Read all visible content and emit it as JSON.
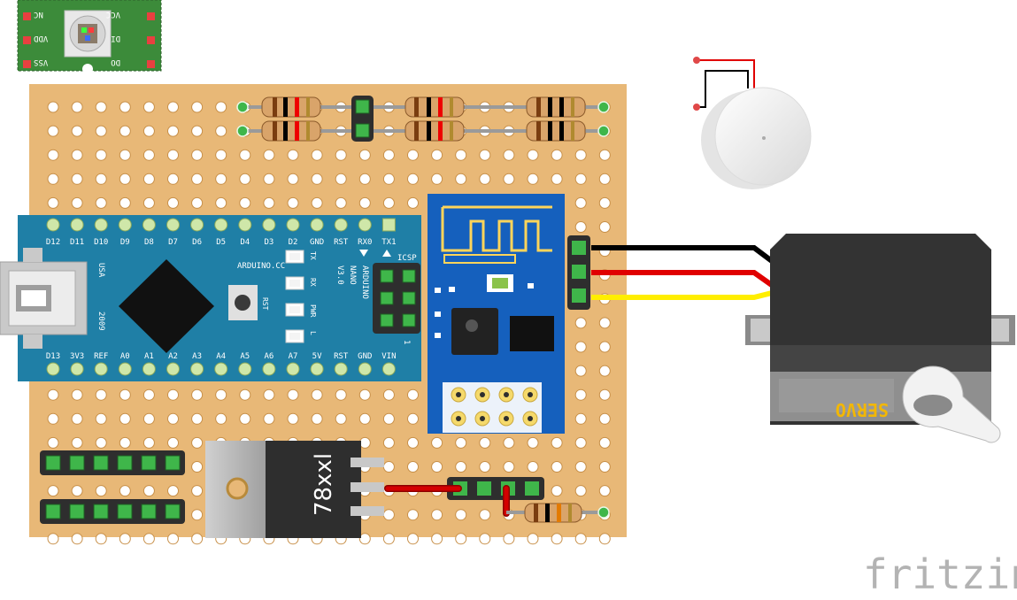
{
  "colors": {
    "board": "#e8b877",
    "hole": "#ffffff",
    "nano_blue": "#1f7fa6",
    "esp_blue": "#1560bd",
    "servo_body": "#333333",
    "servo_label": "#f2b705",
    "led_green": "#3c8b3a",
    "wire_black": "#000000",
    "wire_red": "#e00000",
    "wire_yellow": "#ffee00",
    "header_green": "#3fb64a"
  },
  "icons": [
    "servo-icon",
    "buzzer-icon",
    "led-icon",
    "chip-icon",
    "antenna-icon"
  ],
  "led_module": {
    "pins_left": [
      "NC",
      "VDD",
      "VSS"
    ],
    "pins_right": [
      "VCC",
      "DI",
      "DO"
    ]
  },
  "nano": {
    "top_pins": [
      "D12",
      "D11",
      "D10",
      "D9",
      "D8",
      "D7",
      "D6",
      "D5",
      "D4",
      "D3",
      "D2",
      "GND",
      "RST",
      "RX0",
      "TX1"
    ],
    "bottom_pins": [
      "D13",
      "3V3",
      "REF",
      "A0",
      "A1",
      "A2",
      "A3",
      "A4",
      "A5",
      "A6",
      "A7",
      "5V",
      "RST",
      "GND",
      "VIN"
    ],
    "brand": "ARDUINO.CC",
    "model_lines": [
      "ARDUINO",
      "NANO",
      "V3.0"
    ],
    "usb_label": "USA",
    "year": "2009",
    "icsp": "ICSP",
    "rst_label": "RST",
    "leds": [
      "TX",
      "RX",
      "PWR",
      "L"
    ],
    "pin1": "1"
  },
  "regulator": {
    "label": "78xxl"
  },
  "servo": {
    "label": "SERVO"
  },
  "watermark": "fritzing"
}
